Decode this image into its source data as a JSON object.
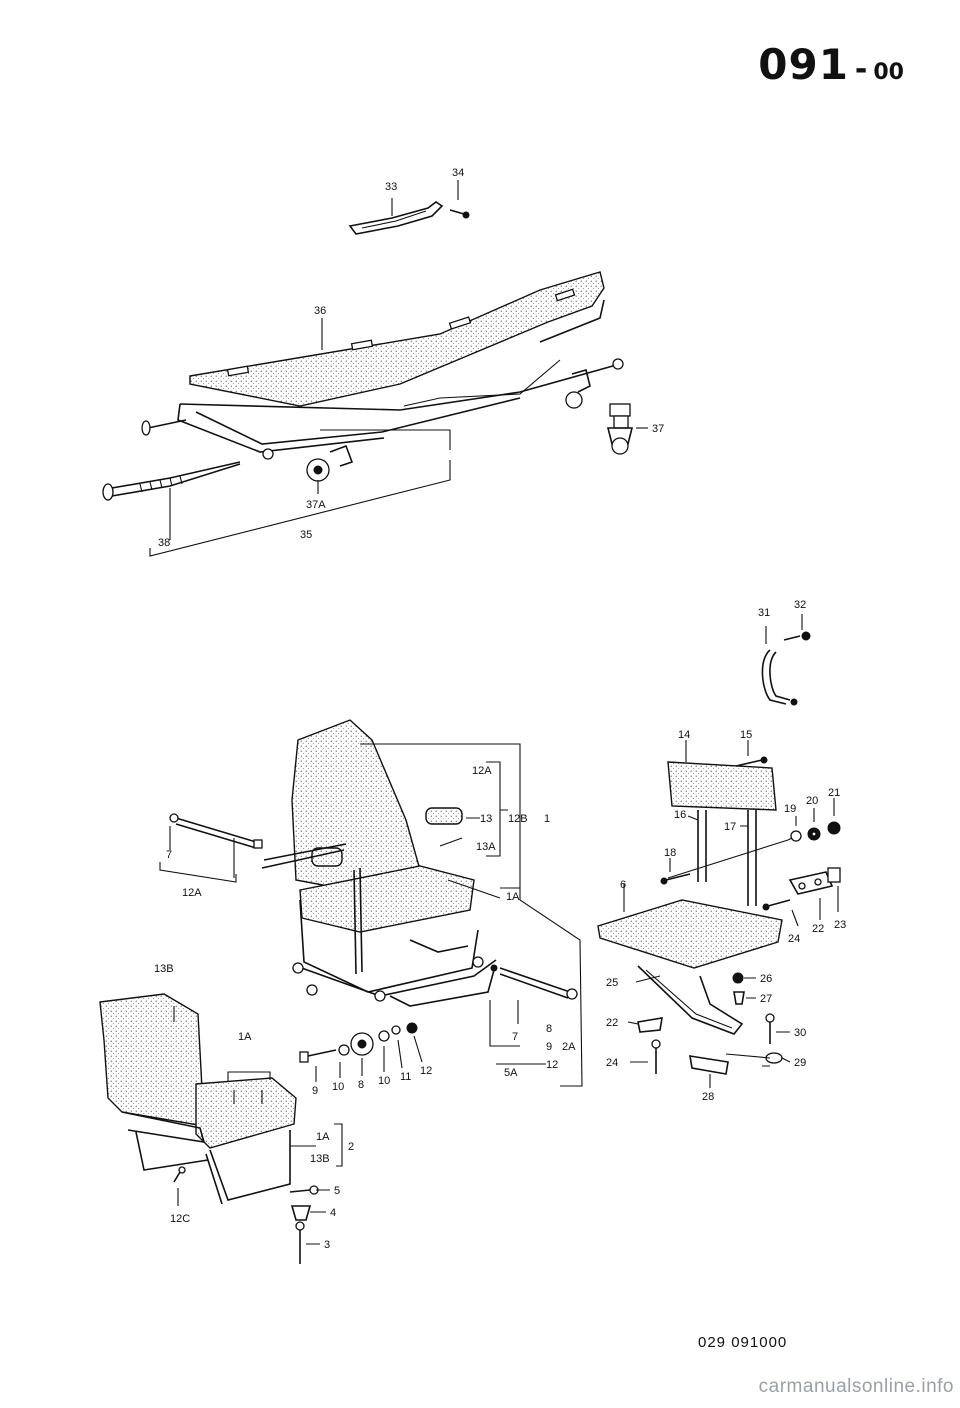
{
  "header": {
    "code": "091",
    "separator": "-",
    "suffix": "00"
  },
  "footer": {
    "drawing_number": "029 091000"
  },
  "watermark": "carmanualsonline.info",
  "callouts": {
    "c33": "33",
    "c34": "34",
    "c36": "36",
    "c37": "37",
    "c37a": "37A",
    "c38": "38",
    "c35": "35",
    "c31": "31",
    "c32": "32",
    "c12a_top": "12A",
    "c13": "13",
    "c12b": "12B",
    "c1": "1",
    "c13a": "13A",
    "c1a_seat": "1A",
    "c7_left": "7",
    "c12a_left": "12A",
    "c14": "14",
    "c15": "15",
    "c16": "16",
    "c17": "17",
    "c18": "18",
    "c19": "19",
    "c20": "20",
    "c21": "21",
    "c6": "6",
    "c24_right": "24",
    "c22_right": "22",
    "c23": "23",
    "c25": "25",
    "c26": "26",
    "c27": "27",
    "c22_lower": "22",
    "c30": "30",
    "c24_lower": "24",
    "c29": "29",
    "c28": "28",
    "c13b": "13B",
    "c1a_bench": "1A",
    "c9": "9",
    "c10a": "10",
    "c8a": "8",
    "c10b": "10",
    "c11": "11",
    "c12": "12",
    "c7_mid": "7",
    "c5a": "5A",
    "c8b": "8",
    "c9b": "9",
    "c12_mid": "12",
    "c2a": "2A",
    "c1a_box": "1A",
    "c13b_box": "13B",
    "c2": "2",
    "c5": "5",
    "c4": "4",
    "c3": "3",
    "c12c": "12C"
  }
}
